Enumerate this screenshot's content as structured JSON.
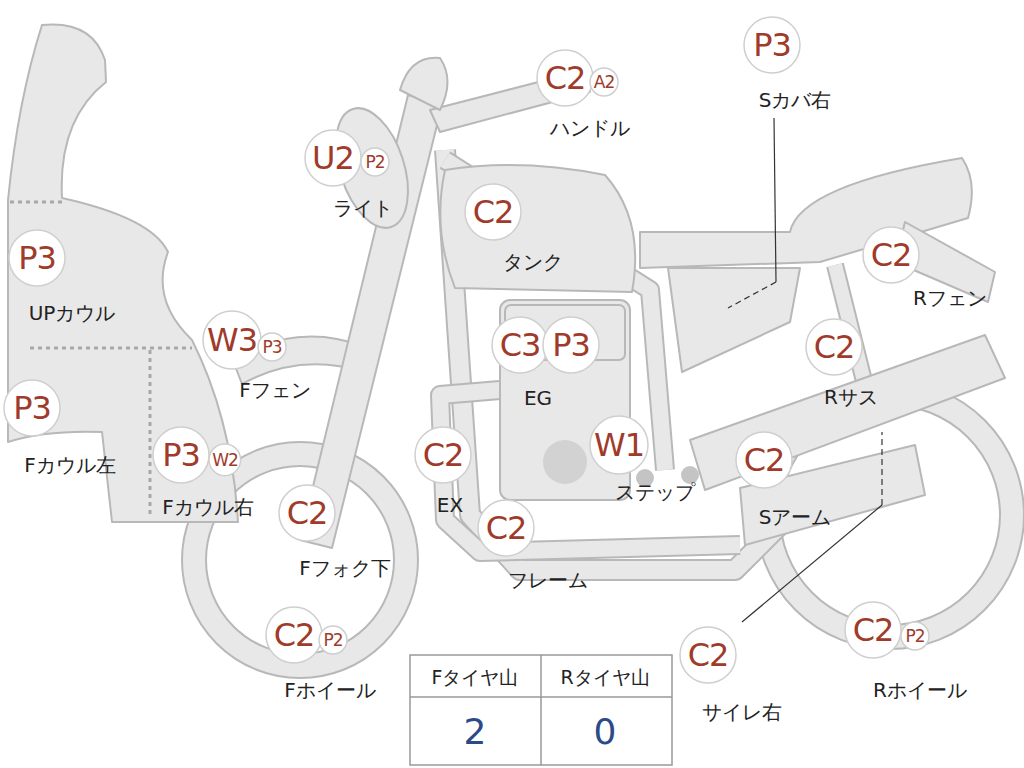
{
  "diagram": {
    "nodes": [
      {
        "text": [
          "P3"
        ]
      },
      {
        "text": [
          "C2"
        ]
      },
      {
        "text": [
          "A2"
        ]
      },
      {
        "text": [
          "U2"
        ]
      },
      {
        "text": [
          "P2"
        ]
      },
      {
        "text": [
          "C2"
        ]
      },
      {
        "text": [
          "C2"
        ]
      },
      {
        "text": [
          "P3"
        ]
      },
      {
        "text": [
          "W3"
        ]
      },
      {
        "text": [
          "P3"
        ]
      },
      {
        "text": [
          "C3"
        ]
      },
      {
        "text": [
          "P3"
        ]
      },
      {
        "text": [
          "C2"
        ]
      },
      {
        "text": [
          "P3"
        ]
      },
      {
        "text": [
          "W1"
        ]
      },
      {
        "text": [
          "P3"
        ]
      },
      {
        "text": [
          "W2"
        ]
      },
      {
        "text": [
          "C2"
        ]
      },
      {
        "text": [
          "C2"
        ]
      },
      {
        "text": [
          "C2"
        ]
      },
      {
        "text": [
          "C2"
        ]
      },
      {
        "text": [
          "C2"
        ]
      },
      {
        "text": [
          "P2"
        ]
      },
      {
        "text": [
          "C2"
        ]
      },
      {
        "text": [
          "P2"
        ]
      },
      {
        "text": [
          "C2"
        ]
      }
    ],
    "labels": [
      "Sカバ右",
      "ハンドル",
      "ライト",
      "タンク",
      "Rフェン",
      "UPカウル",
      "Fフェン",
      "EG",
      "Rサス",
      "Fカウル左",
      "ステップ",
      "Fカウル右",
      "EX",
      "Sアーム",
      "Fフォク下",
      "フレーム",
      "Fホイール",
      "Rホイール",
      "Fタイヤ山",
      "Rタイヤ山",
      "サイレ右",
      "2",
      "0"
    ]
  }
}
